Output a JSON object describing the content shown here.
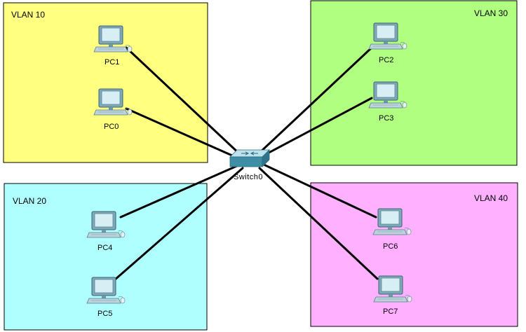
{
  "colors": {
    "vlan10": "#ffff80",
    "vlan20": "#b0ffff",
    "vlan30": "#b0ff80",
    "vlan40": "#ffb0ff",
    "switch": "#3f8ea6"
  },
  "vlans": [
    {
      "label": "VLAN 10"
    },
    {
      "label": "VLAN 30"
    },
    {
      "label": "VLAN 20"
    },
    {
      "label": "VLAN 40"
    }
  ],
  "switch": {
    "label": "Switch0",
    "icon": "switch-icon"
  },
  "pcs": [
    {
      "label": "PC1",
      "icon": "computer-icon"
    },
    {
      "label": "PC0",
      "icon": "computer-icon"
    },
    {
      "label": "PC2",
      "icon": "computer-icon"
    },
    {
      "label": "PC3",
      "icon": "computer-icon"
    },
    {
      "label": "PC4",
      "icon": "computer-icon"
    },
    {
      "label": "PC5",
      "icon": "computer-icon"
    },
    {
      "label": "PC6",
      "icon": "computer-icon"
    },
    {
      "label": "PC7",
      "icon": "computer-icon"
    }
  ]
}
